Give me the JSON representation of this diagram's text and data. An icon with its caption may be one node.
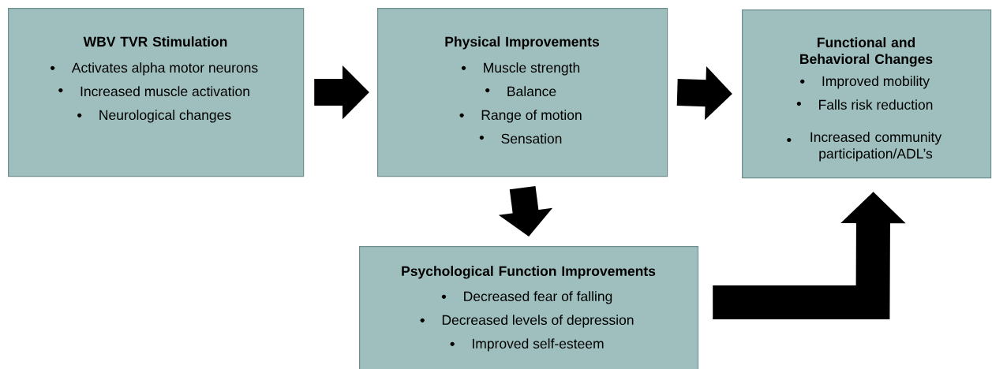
{
  "diagram": {
    "nodes": [
      {
        "text": [
          "WBV TVR Stimulation",
          "Activates alpha motor neurons",
          "Increased muscle activation",
          "Neurological changes"
        ]
      },
      {
        "text": [
          "Physical Improvements",
          "Muscle strength",
          "Balance",
          "Range of motion",
          "Sensation"
        ]
      },
      {
        "text": [
          "Functional and Behavioral Changes",
          "Improved mobility",
          "Falls risk reduction",
          "Increased community participation/ADL’s"
        ]
      },
      {
        "text": [
          "Psychological Function Improvements",
          "Decreased fear of falling",
          "Decreased levels of depression",
          "Improved self-esteem"
        ]
      }
    ],
    "edges": [
      {
        "from": 0,
        "to": 1,
        "arrow": "to"
      },
      {
        "from": 1,
        "to": 2,
        "arrow": "to"
      },
      {
        "from": 1,
        "to": 3,
        "arrow": "to"
      },
      {
        "from": 3,
        "to": 2,
        "arrow": "to"
      }
    ]
  }
}
